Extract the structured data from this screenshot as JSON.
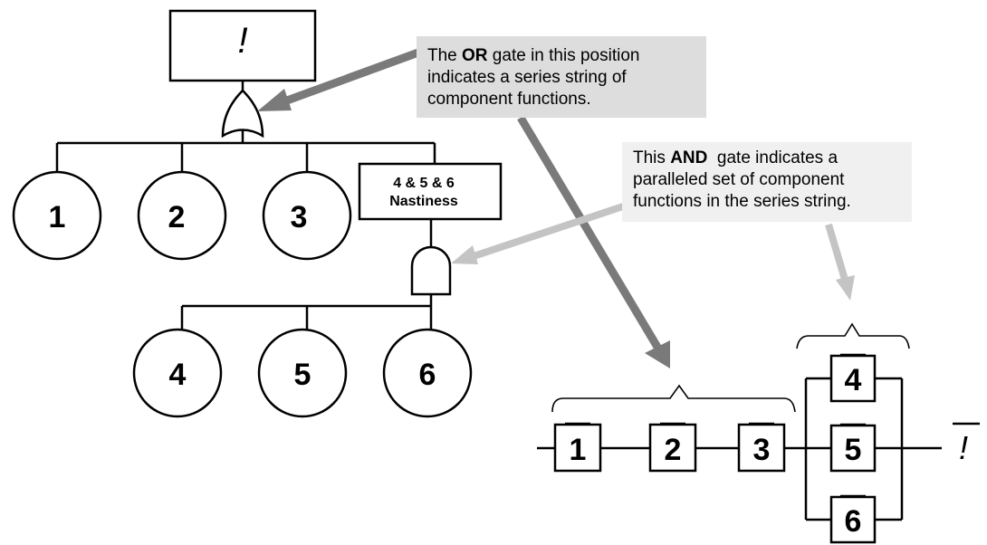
{
  "top_event": {
    "symbol": "!"
  },
  "fault_tree": {
    "circles_level1": [
      "1",
      "2",
      "3"
    ],
    "intermediate_box": {
      "line1": "4 & 5 & 6",
      "line2": "Nastiness"
    },
    "circles_level2": [
      "4",
      "5",
      "6"
    ]
  },
  "callouts": {
    "or_gate": {
      "pre": "The ",
      "keyword": "OR",
      "line1_rest": " gate in this position",
      "line2": "indicates a series string of",
      "line3": "component functions."
    },
    "and_gate": {
      "pre": "This ",
      "keyword": "AND",
      "line1_rest": "  gate indicates a",
      "line2": "paralleled set of component",
      "line3": "functions in the series string."
    }
  },
  "reliability_diagram": {
    "series_blocks": [
      "1",
      "2",
      "3"
    ],
    "parallel_blocks": [
      "4",
      "5",
      "6"
    ],
    "output": "!"
  },
  "colors": {
    "dark_arrow": "#7a7a7a",
    "light_arrow": "#c4c4c4",
    "or_callout_bg": "#dddddd",
    "and_callout_bg": "#f0f0f0"
  }
}
